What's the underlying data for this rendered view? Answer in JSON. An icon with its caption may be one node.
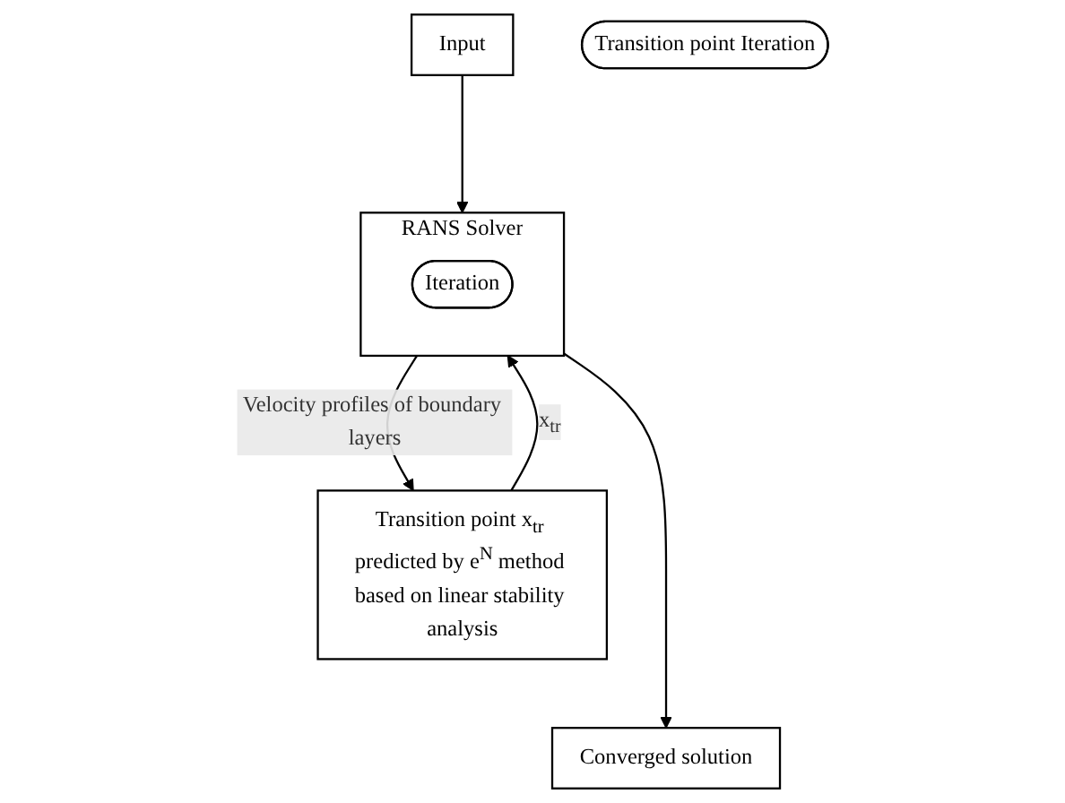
{
  "diagram": {
    "nodes": [
      {
        "text": [
          "Input"
        ]
      },
      {
        "text": [
          "RANS Solver"
        ]
      },
      {
        "text": [
          "Iteration"
        ],
        "in": 1
      },
      {
        "text": [
          "Transition point Iteration"
        ]
      },
      {
        "text": [
          "Transition point x$_{tr}$ predicted by e$^{N}$ method based on linear stability analysis"
        ]
      },
      {
        "text": [
          "Converged solution"
        ]
      }
    ],
    "edges": [
      {
        "from": 0,
        "to": 1,
        "arrow": "to"
      },
      {
        "from": 1,
        "to": 4,
        "arrow": "to",
        "label": "Velocity profiles of boundary layers"
      },
      {
        "from": 4,
        "to": 1,
        "arrow": "to",
        "label": "x$_{tr}$"
      },
      {
        "from": 1,
        "to": 5,
        "arrow": "to"
      }
    ]
  }
}
